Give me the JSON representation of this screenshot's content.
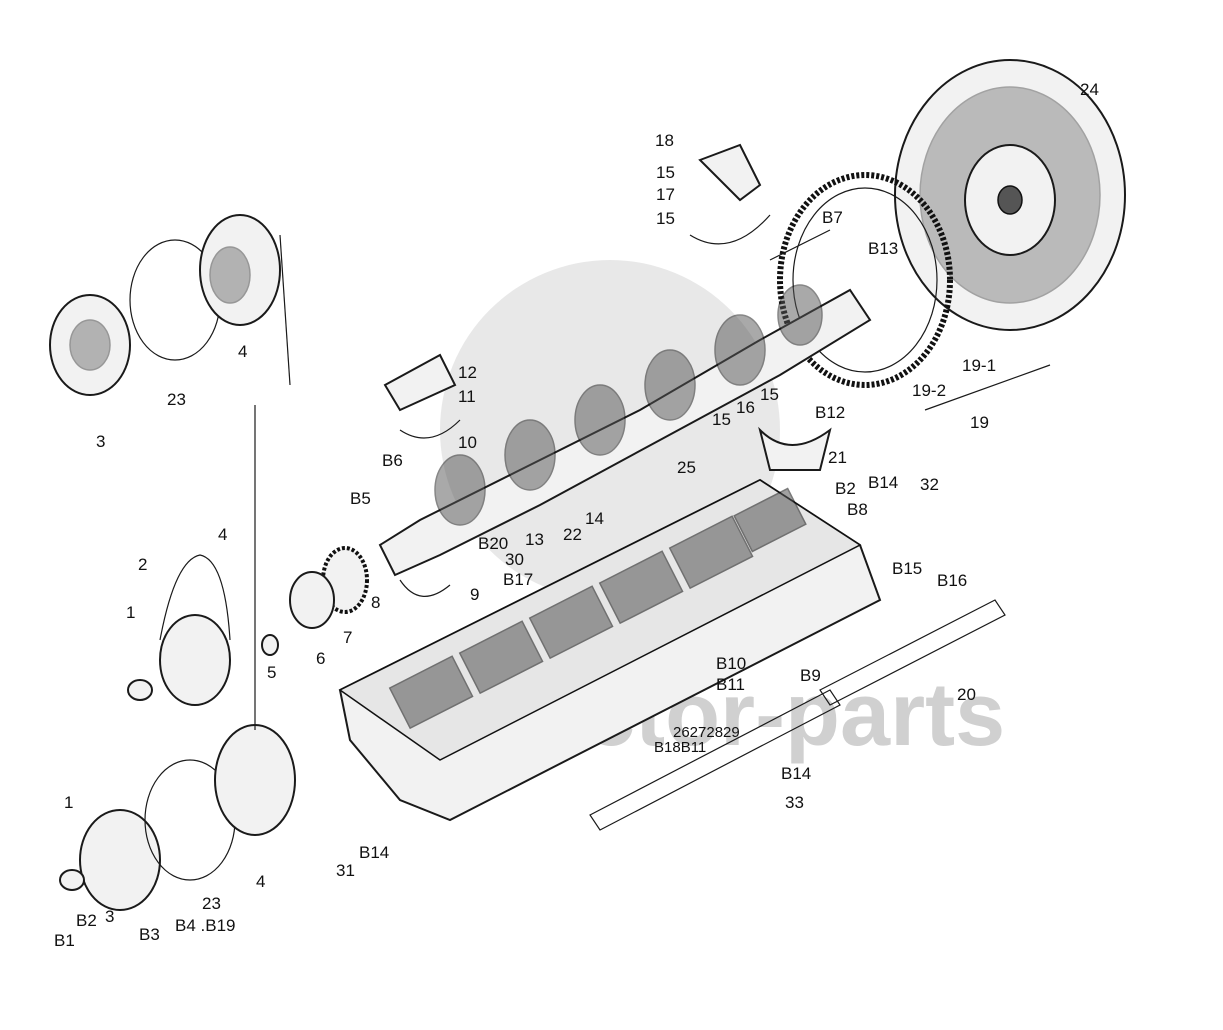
{
  "watermark": "tractor-parts",
  "labels": [
    {
      "id": "l24",
      "text": "24"
    },
    {
      "id": "l18",
      "text": "18"
    },
    {
      "id": "l15a",
      "text": "15"
    },
    {
      "id": "l17",
      "text": "17"
    },
    {
      "id": "l15b",
      "text": "15"
    },
    {
      "id": "lB7",
      "text": "B7"
    },
    {
      "id": "lB13",
      "text": "B13"
    },
    {
      "id": "l4a",
      "text": "4"
    },
    {
      "id": "l23a",
      "text": "23"
    },
    {
      "id": "l3a",
      "text": "3"
    },
    {
      "id": "l12",
      "text": "12"
    },
    {
      "id": "l11",
      "text": "11"
    },
    {
      "id": "l10",
      "text": "10"
    },
    {
      "id": "lB6",
      "text": "B6"
    },
    {
      "id": "lB5",
      "text": "B5"
    },
    {
      "id": "l19_1",
      "text": "19-1"
    },
    {
      "id": "l19_2",
      "text": "19-2"
    },
    {
      "id": "l19",
      "text": "19"
    },
    {
      "id": "l15c",
      "text": "15"
    },
    {
      "id": "l16",
      "text": "16"
    },
    {
      "id": "l15d",
      "text": "15"
    },
    {
      "id": "lB12",
      "text": "B12"
    },
    {
      "id": "l21",
      "text": "21"
    },
    {
      "id": "l25",
      "text": "25"
    },
    {
      "id": "lB14a",
      "text": "B14"
    },
    {
      "id": "l32",
      "text": "32"
    },
    {
      "id": "lB2a",
      "text": "B2"
    },
    {
      "id": "lB8",
      "text": "B8"
    },
    {
      "id": "l14",
      "text": "14"
    },
    {
      "id": "l22",
      "text": "22"
    },
    {
      "id": "l13",
      "text": "13"
    },
    {
      "id": "lB20",
      "text": "B20"
    },
    {
      "id": "l30",
      "text": "30"
    },
    {
      "id": "lB17",
      "text": "B17"
    },
    {
      "id": "l9",
      "text": "9"
    },
    {
      "id": "l4b",
      "text": "4"
    },
    {
      "id": "l2",
      "text": "2"
    },
    {
      "id": "l1a",
      "text": "1"
    },
    {
      "id": "l8",
      "text": "8"
    },
    {
      "id": "l7",
      "text": "7"
    },
    {
      "id": "l6",
      "text": "6"
    },
    {
      "id": "l5",
      "text": "5"
    },
    {
      "id": "lB15",
      "text": "B15"
    },
    {
      "id": "lB16",
      "text": "B16"
    },
    {
      "id": "l20",
      "text": "20"
    },
    {
      "id": "lB10",
      "text": "B10"
    },
    {
      "id": "lB11a",
      "text": "B11"
    },
    {
      "id": "lB9",
      "text": "B9"
    },
    {
      "id": "l26272829",
      "text": "26272829"
    },
    {
      "id": "lB18B11",
      "text": "B18B11"
    },
    {
      "id": "lB14b",
      "text": "B14"
    },
    {
      "id": "l33",
      "text": "33"
    },
    {
      "id": "l1b",
      "text": "1"
    },
    {
      "id": "l31",
      "text": "31"
    },
    {
      "id": "lB14c",
      "text": "B14"
    },
    {
      "id": "l4c",
      "text": "4"
    },
    {
      "id": "l23b",
      "text": "23"
    },
    {
      "id": "lB2b",
      "text": "B2"
    },
    {
      "id": "l3b",
      "text": "3"
    },
    {
      "id": "lB3",
      "text": "B3"
    },
    {
      "id": "lB4B19",
      "text": "B4 .B19"
    },
    {
      "id": "lB1",
      "text": "B1"
    }
  ]
}
